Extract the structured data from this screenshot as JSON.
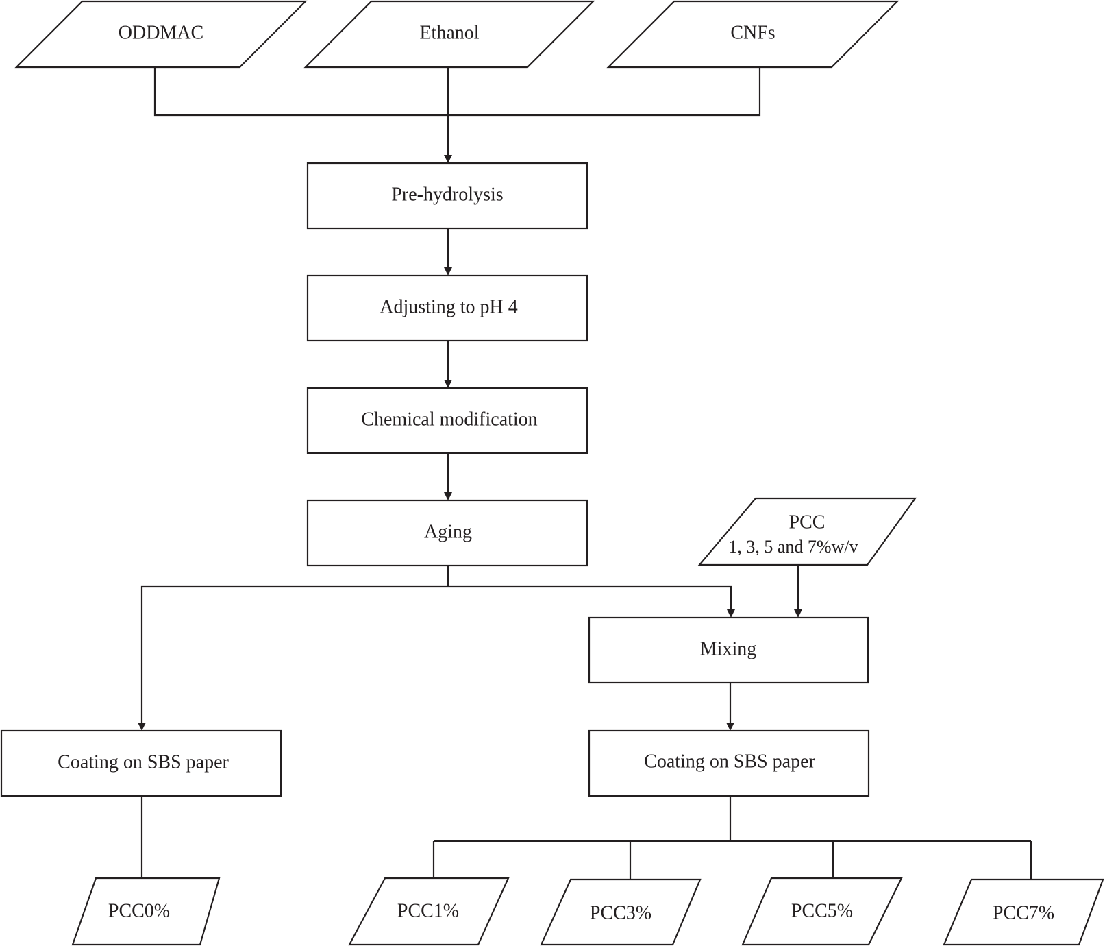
{
  "inputs": {
    "oddmac": "ODDMAC",
    "ethanol": "Ethanol",
    "cnfs": "CNFs",
    "pcc_title": "PCC",
    "pcc_concentrations": "1, 3, 5 and 7%w/v"
  },
  "steps": {
    "pre_hydrolysis": "Pre-hydrolysis",
    "adjusting": "Adjusting to pH 4",
    "chemical_modification": "Chemical modification",
    "aging": "Aging",
    "mixing": "Mixing",
    "coating_left": "Coating on SBS paper",
    "coating_right": "Coating on SBS paper"
  },
  "outputs": {
    "pcc0": "PCC0%",
    "pcc1": "PCC1%",
    "pcc3": "PCC3%",
    "pcc5": "PCC5%",
    "pcc7": "PCC7%"
  },
  "colors": {
    "stroke": "#231f20",
    "fill": "#ffffff"
  }
}
